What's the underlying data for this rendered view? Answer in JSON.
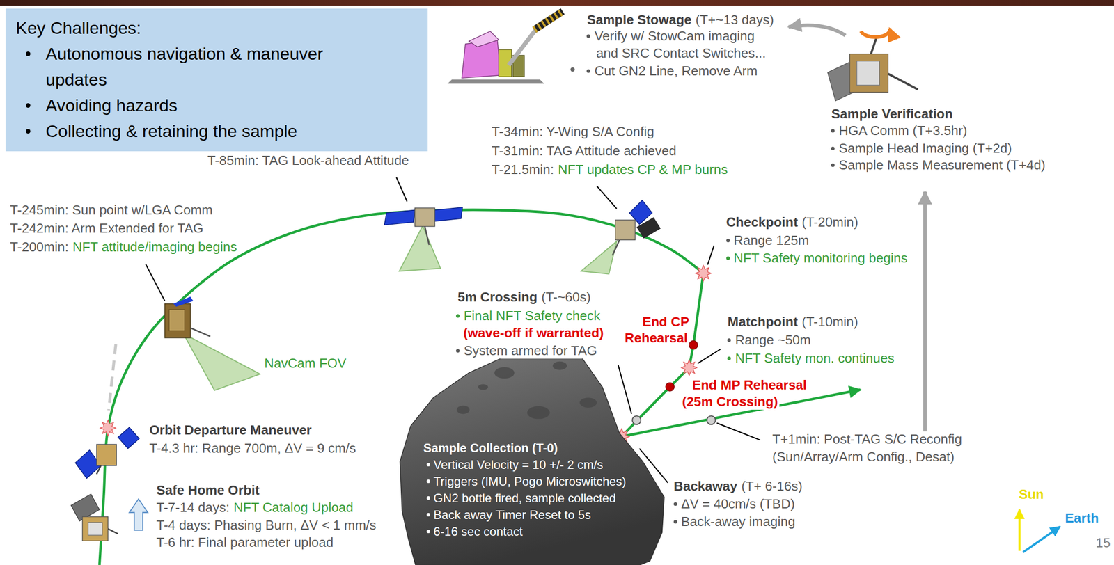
{
  "diagram": {
    "nodes": [
      {
        "text": [
          "Key Challenges:",
          "Autonomous navigation & maneuver updates",
          "Avoiding hazards",
          "Collecting & retaining the sample"
        ]
      },
      {
        "text": [
          "Sample Collection (T-0)",
          "Vertical Velocity = 10 +/- 2 cm/s",
          "Triggers (IMU, Pogo Microswitches)",
          "GN2 bottle fired, sample collected",
          "Back away Timer Reset to 5s",
          "6-16 sec contact"
        ]
      }
    ],
    "labels": [
      "T-245min: Sun point w/LGA Comm",
      "T-242min: Arm Extended for TAG",
      "T-200min:",
      "NFT attitude/imaging begins",
      "T-85min: TAG Look-ahead Attitude",
      "Sample Stowage",
      "(T+~13 days)",
      "Verify w/ StowCam imaging",
      "and SRC Contact Switches...",
      "Cut GN2 Line, Remove Arm",
      "Sample Verification",
      "HGA Comm (T+3.5hr)",
      "Sample Head Imaging (T+2d)",
      "Sample Mass Measurement (T+4d)",
      "T-34min: Y-Wing S/A Config",
      "T-31min: TAG Attitude achieved",
      "T-21.5min:",
      "NFT updates CP & MP burns",
      "Checkpoint",
      "(T-20min)",
      "Range 125m",
      "NFT Safety monitoring begins",
      "5m Crossing",
      "(T-~60s)",
      "Final NFT Safety check",
      "(wave-off if warranted)",
      "System armed for TAG",
      "End CP Rehearsal",
      "Matchpoint",
      "(T-10min)",
      "Range ~50m",
      "NFT Safety mon. continues",
      "End MP Rehearsal",
      "(25m Crossing)",
      "NavCam FOV",
      "Orbit Departure Maneuver",
      "T-4.3 hr: Range 700m, ΔV = 9 cm/s",
      "Safe Home Orbit",
      "T-7-14 days:",
      "NFT Catalog Upload",
      "T-4 days: Phasing Burn, ΔV < 1 mm/s",
      "T-6 hr: Final parameter upload",
      "T+1min: Post-TAG S/C Reconfig",
      "(Sun/Array/Arm Config., Desat)",
      "Backaway",
      "(T+ 6-16s)",
      "ΔV = 40cm/s (TBD)",
      "Back-away imaging",
      "Sun",
      "Earth",
      "15"
    ]
  }
}
